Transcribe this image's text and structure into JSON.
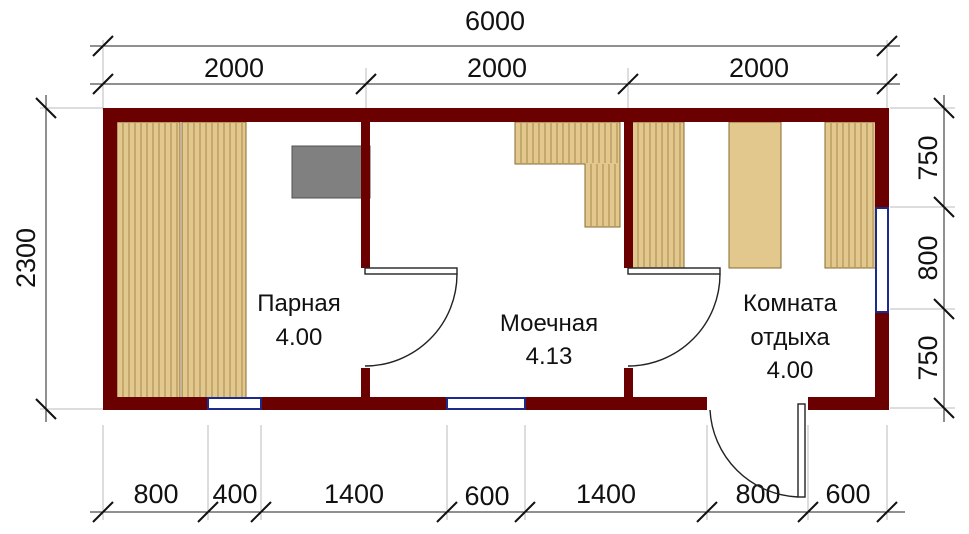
{
  "plan": {
    "total_length": "6000",
    "segments_top": [
      "2000",
      "2000",
      "2000"
    ],
    "total_width": "2300",
    "segments_right": [
      "750",
      "800",
      "750"
    ],
    "segments_bottom": [
      "800",
      "400",
      "1400",
      "600",
      "1400",
      "800",
      "600"
    ]
  },
  "rooms": [
    {
      "name": "Парная",
      "area": "4.00"
    },
    {
      "name": "Моечная",
      "area": "4.13"
    },
    {
      "name_line1": "Комната",
      "name_line2": "отдыха",
      "area": "4.00"
    }
  ],
  "colors": {
    "wall": "#6b0000",
    "bench": "#e2c88c",
    "stove": "#808080",
    "window_frame": "#1e2a8a"
  }
}
